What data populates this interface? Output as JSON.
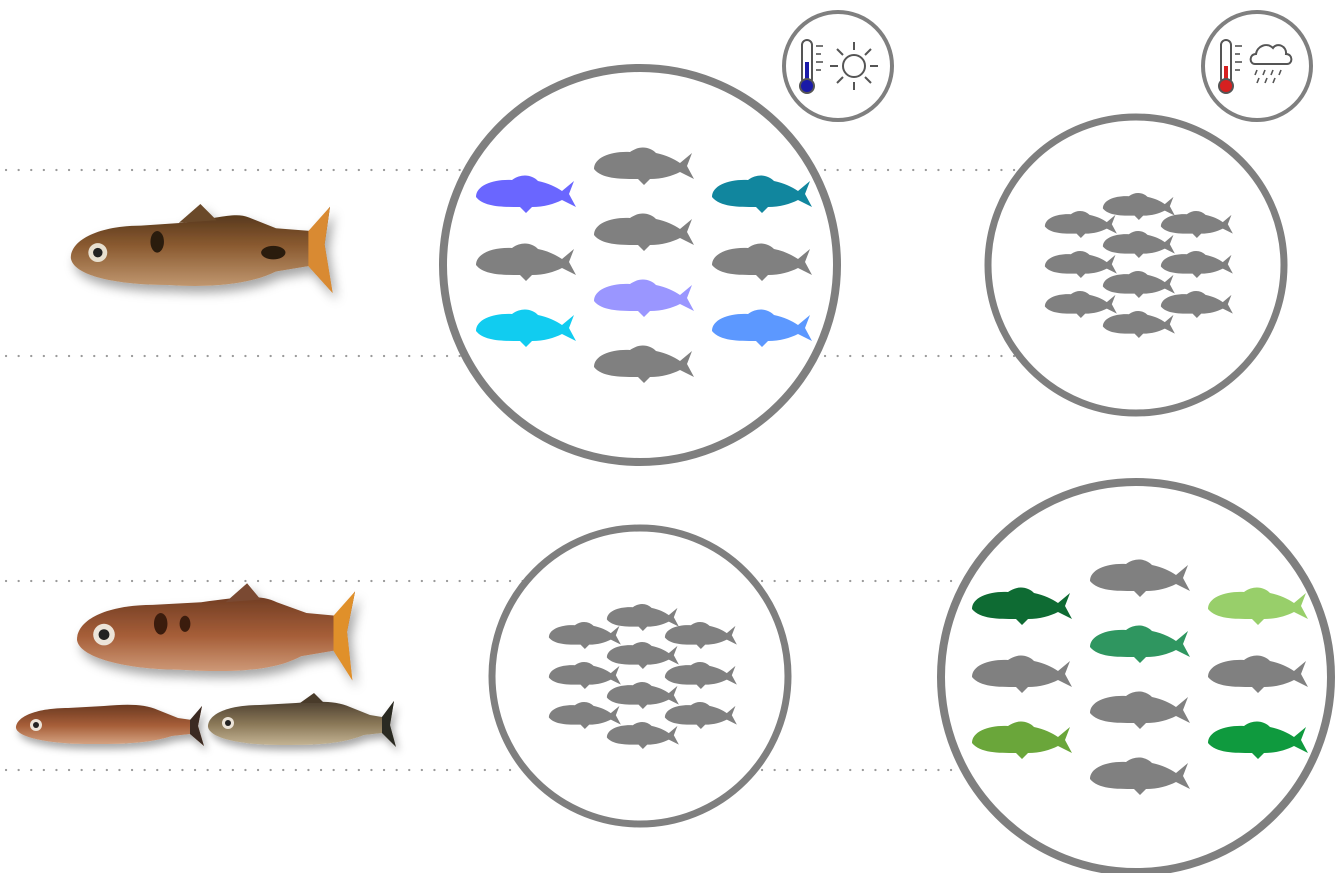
{
  "icons": [
    {
      "name": "thermometer-sun-icon",
      "thermometer_bulb_color": "#1a1aa8",
      "condition": "sun"
    },
    {
      "name": "thermometer-rain-icon",
      "thermometer_bulb_color": "#d62020",
      "condition": "rain"
    }
  ],
  "colors": {
    "outline": "#7f7f7f",
    "neutral_fish": "#808080",
    "dotted_line": "#9a9a9a",
    "photo_fish_body": "#8a5a30",
    "photo_fish_fin": "#d98a30"
  },
  "rows": [
    {
      "name": "row-single-species",
      "specimens": 1,
      "panels": [
        {
          "name": "panel-sun-row1",
          "condition": "sun",
          "layout": "large-grid",
          "fish_colors": [
            "#6a66ff",
            "#808080",
            "#11869e",
            "#808080",
            "#808080",
            "#808080",
            "#11ccf0",
            "#9a96ff",
            "#5c98ff",
            "#808080"
          ]
        },
        {
          "name": "panel-rain-row1",
          "condition": "rain",
          "layout": "school",
          "fish_colors": [
            "#808080",
            "#808080",
            "#808080",
            "#808080",
            "#808080",
            "#808080",
            "#808080",
            "#808080",
            "#808080",
            "#808080"
          ]
        }
      ]
    },
    {
      "name": "row-three-species",
      "specimens": 3,
      "panels": [
        {
          "name": "panel-sun-row2",
          "condition": "sun",
          "layout": "school",
          "fish_colors": [
            "#808080",
            "#808080",
            "#808080",
            "#808080",
            "#808080",
            "#808080",
            "#808080",
            "#808080",
            "#808080",
            "#808080"
          ]
        },
        {
          "name": "panel-rain-row2",
          "condition": "rain",
          "layout": "large-grid",
          "fish_colors": [
            "#0e6b33",
            "#808080",
            "#98cf6a",
            "#808080",
            "#2f9660",
            "#808080",
            "#6aa63a",
            "#808080",
            "#0f9a3e",
            "#808080"
          ]
        }
      ]
    }
  ]
}
